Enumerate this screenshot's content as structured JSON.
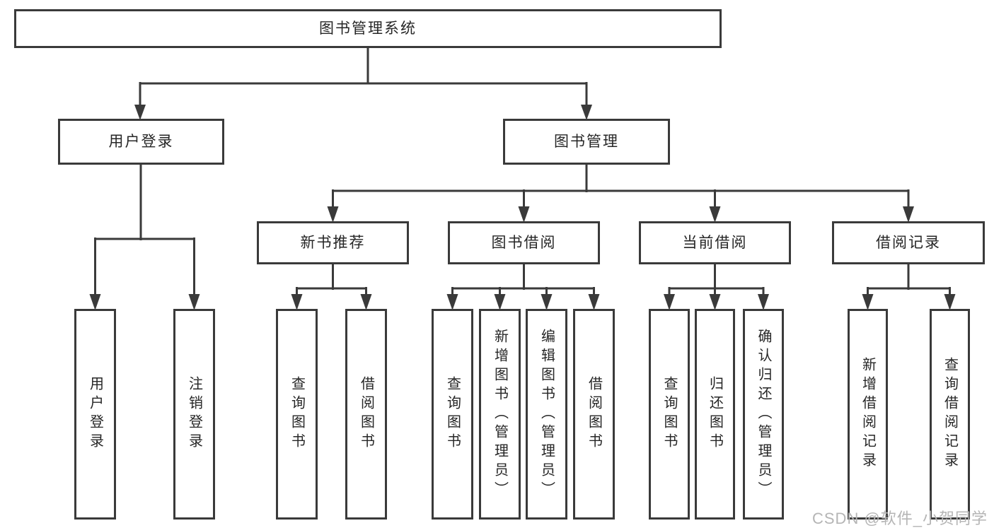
{
  "nodes": {
    "root": "图书管理系统",
    "user_login": "用户登录",
    "book_mgmt": "图书管理",
    "new_books": "新书推荐",
    "book_borrow": "图书借阅",
    "current_borrow": "当前借阅",
    "borrow_records": "借阅记录",
    "leaves": {
      "user_login": [
        "用户登录",
        "注销登录"
      ],
      "new_books": [
        "查询图书",
        "借阅图书"
      ],
      "book_borrow": [
        "查询图书",
        "新增图书（管理员）",
        "编辑图书（管理员）",
        "借阅图书"
      ],
      "current_borrow": [
        "查询图书",
        "归还图书",
        "确认归还（管理员）"
      ],
      "borrow_records": [
        "新增借阅记录",
        "查询借阅记录"
      ]
    }
  },
  "watermark": "CSDN @软件_小贺同学",
  "colors": {
    "line": "#3a3a3a",
    "text": "#262626",
    "watermark": "#b5b5b5",
    "background": "#ffffff"
  }
}
